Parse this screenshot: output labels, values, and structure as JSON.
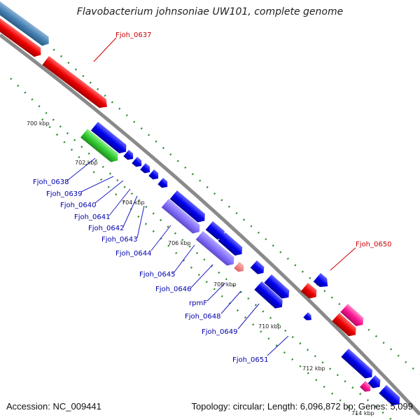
{
  "title": "Flavobacterium johnsoniae UW101, complete genome",
  "accession": "Accession: NC_009441",
  "summary": "Topology: circular; Length: 6,096,872 bp; Genes: 5,099",
  "kbp_labels": [
    "700 kbp",
    "702 kbp",
    "704 kbp",
    "706 kbp",
    "708 kbp",
    "710 kbp",
    "712 kbp",
    "714 kbp"
  ],
  "gene_labels": {
    "g0637": "Fjoh_0637",
    "g0638": "Fjoh_0638",
    "g0639": "Fjoh_0639",
    "g0640": "Fjoh_0640",
    "g0641": "Fjoh_0641",
    "g0642": "Fjoh_0642",
    "g0643": "Fjoh_0643",
    "g0644": "Fjoh_0644",
    "g0645": "Fjoh_0645",
    "g0646": "Fjoh_0646",
    "rpmF": "rpmF",
    "g0648": "Fjoh_0648",
    "g0649": "Fjoh_0649",
    "g0650": "Fjoh_0650",
    "g0651": "Fjoh_0651"
  },
  "colors": {
    "backbone": "#888888",
    "tick": "#2e8b2e",
    "forward_gene": "#0000ee",
    "reverse_gene": "#ee0000",
    "rrna_gene": "#4682b4",
    "pink_gene": "#ff1493",
    "green_gene": "#32cd32",
    "lavender_gene": "#8470ff",
    "label_forward": "#0000aa",
    "label_reverse": "#cc0000"
  }
}
